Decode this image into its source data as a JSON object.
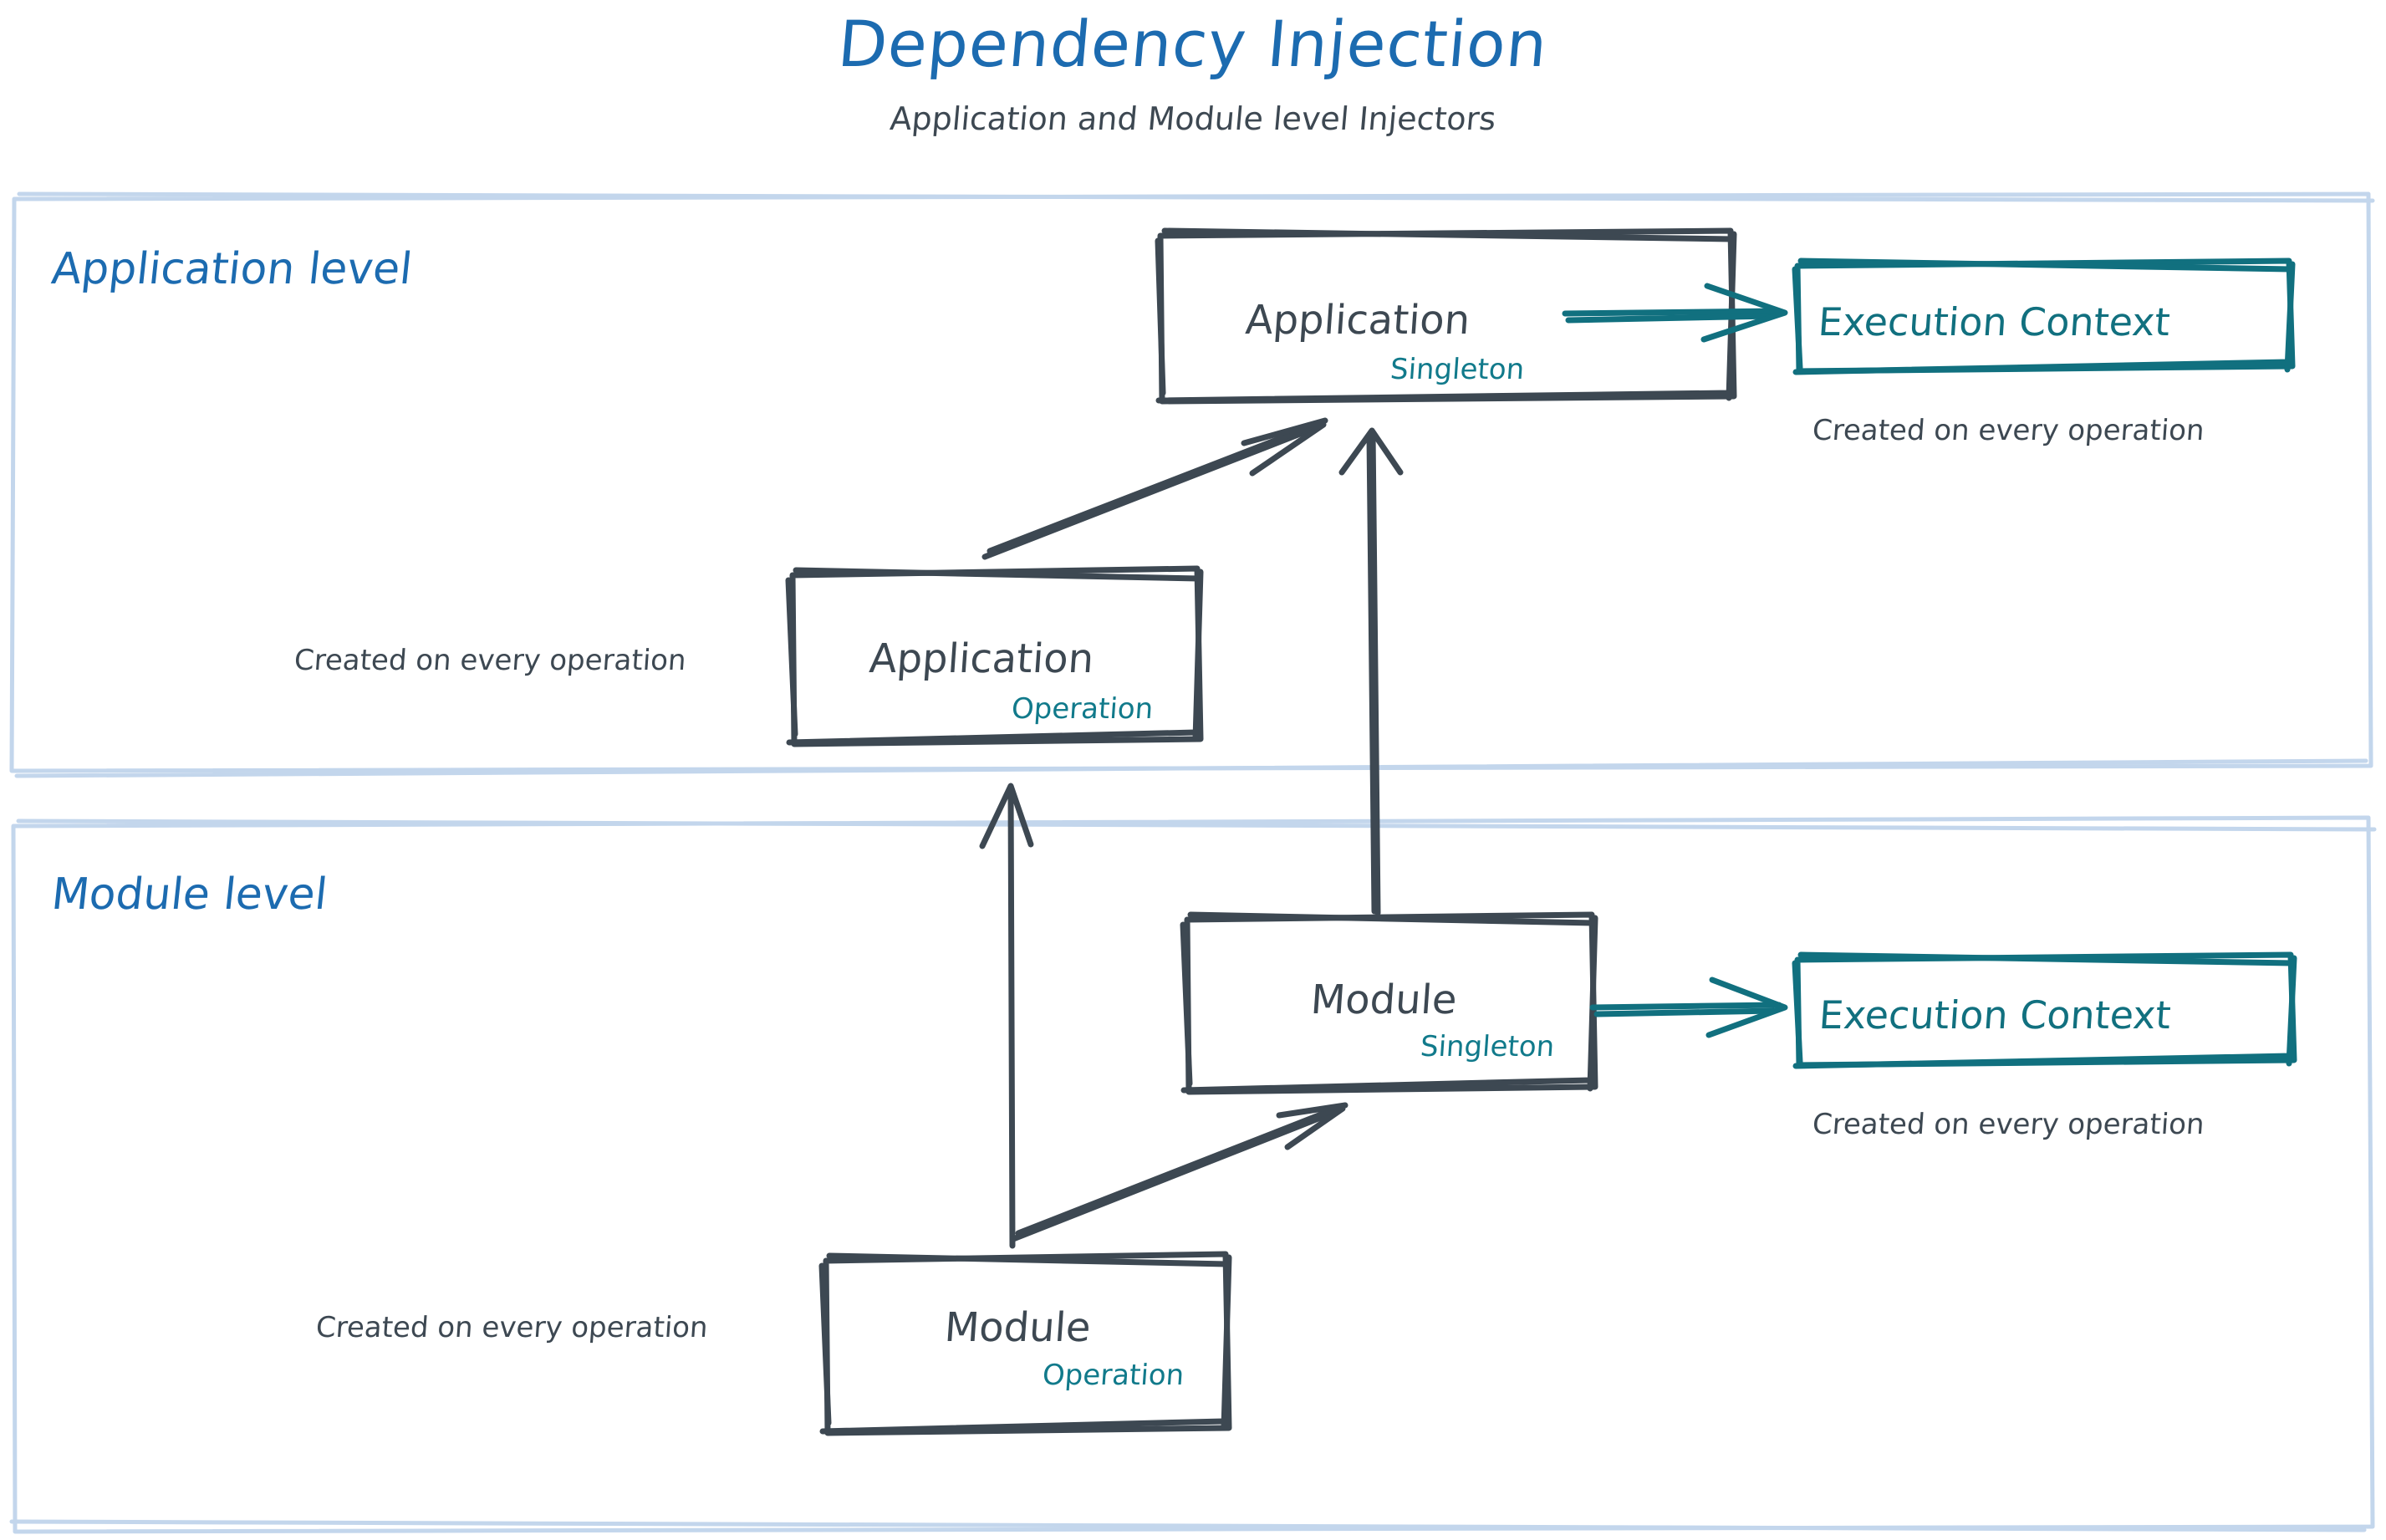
{
  "page": {
    "title": "Dependency Injection",
    "subtitle": "Application and Module level Injectors",
    "colors": {
      "title_blue": "#1c6bb0",
      "group_border_blue": "#c3d6ec",
      "node_stroke": "#3d4852",
      "scope_teal": "#117a8b",
      "execution_context_teal": "#11707f",
      "background": "#ffffff"
    }
  },
  "groups": [
    {
      "id": "application-level",
      "label": "Application level",
      "nodes": [
        {
          "id": "application-singleton",
          "title": "Application",
          "scope": "Singleton",
          "caption": ""
        },
        {
          "id": "application-execution-context",
          "title": "Execution Context",
          "scope": "",
          "caption": "Created on every operation"
        },
        {
          "id": "application-operation",
          "title": "Application",
          "scope": "Operation",
          "caption": "Created on every operation"
        }
      ]
    },
    {
      "id": "module-level",
      "label": "Module level",
      "nodes": [
        {
          "id": "module-singleton",
          "title": "Module",
          "scope": "Singleton",
          "caption": ""
        },
        {
          "id": "module-execution-context",
          "title": "Execution Context",
          "scope": "",
          "caption": "Created on every operation"
        },
        {
          "id": "module-operation",
          "title": "Module",
          "scope": "Operation",
          "caption": "Created on every operation"
        }
      ]
    }
  ],
  "edges": [
    {
      "id": "app-operation-to-app-singleton",
      "from": "application-operation",
      "to": "application-singleton",
      "style": "sketch-double",
      "color": "#3d4852"
    },
    {
      "id": "app-singleton-to-app-execution-context",
      "from": "application-singleton",
      "to": "application-execution-context",
      "style": "teal-arrow",
      "color": "#11707f"
    },
    {
      "id": "module-singleton-to-app-singleton",
      "from": "module-singleton",
      "to": "application-singleton",
      "style": "sketch-single",
      "color": "#3d4852"
    },
    {
      "id": "module-operation-to-app-operation",
      "from": "module-operation",
      "to": "application-operation",
      "style": "sketch-single",
      "color": "#3d4852"
    },
    {
      "id": "module-operation-to-module-singleton",
      "from": "module-operation",
      "to": "module-singleton",
      "style": "sketch-double",
      "color": "#3d4852"
    },
    {
      "id": "module-singleton-to-module-execution-context",
      "from": "module-singleton",
      "to": "module-execution-context",
      "style": "teal-arrow",
      "color": "#11707f"
    }
  ]
}
